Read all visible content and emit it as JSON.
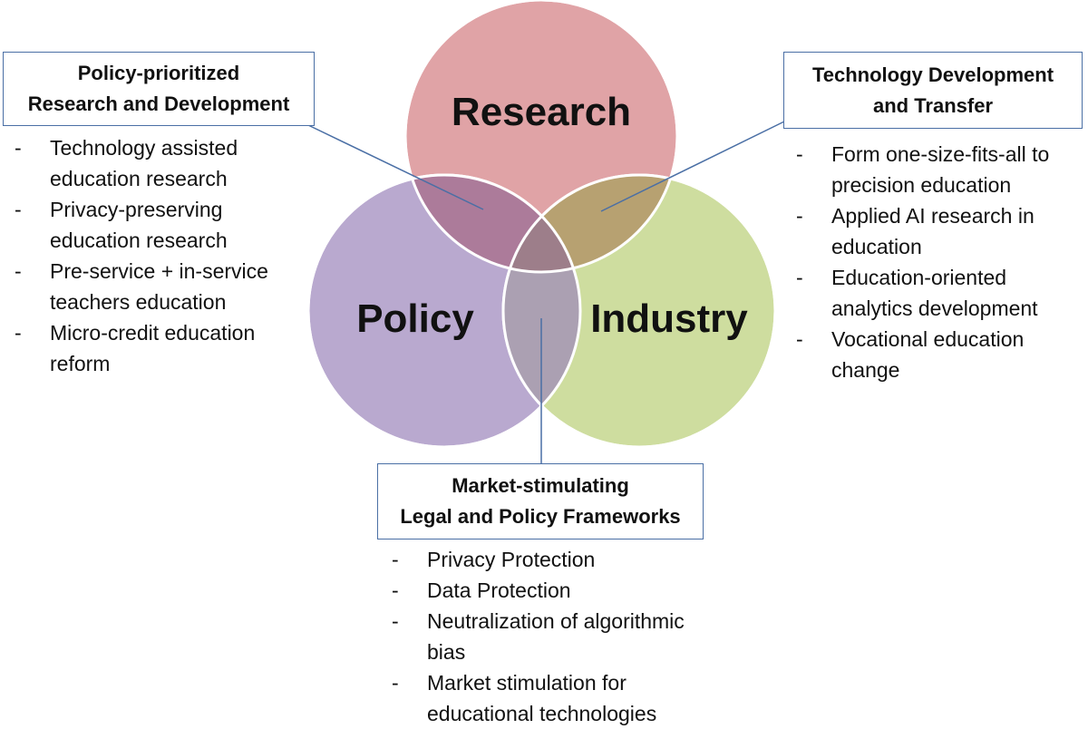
{
  "colors": {
    "research": "#e0a3a6",
    "policy": "#b9a9cf",
    "industry": "#cedd9f",
    "research_policy": "#ac7b9a",
    "research_industry": "#b7a171",
    "policy_industry": "#aba0b2",
    "center": "#9d7e8a",
    "connector": "#4a6fa5"
  },
  "circles": {
    "research": "Research",
    "policy": "Policy",
    "industry": "Industry"
  },
  "callouts": {
    "left": {
      "line1": "Policy-prioritized",
      "line2": "Research and Development",
      "items": [
        "Technology assisted education research",
        "Privacy-preserving education research",
        "Pre-service + in-service teachers education",
        "Micro-credit education reform"
      ]
    },
    "right": {
      "line1": "Technology  Development",
      "line2": "and Transfer",
      "items": [
        "Form one-size-fits-all to precision education",
        "Applied AI research in education",
        "Education-oriented analytics development",
        "Vocational education change"
      ]
    },
    "bottom": {
      "line1": "Market-stimulating",
      "line2": "Legal and Policy Frameworks",
      "items": [
        "Privacy Protection",
        "Data Protection",
        "Neutralization of algorithmic bias",
        "Market stimulation for educational technologies"
      ]
    }
  }
}
